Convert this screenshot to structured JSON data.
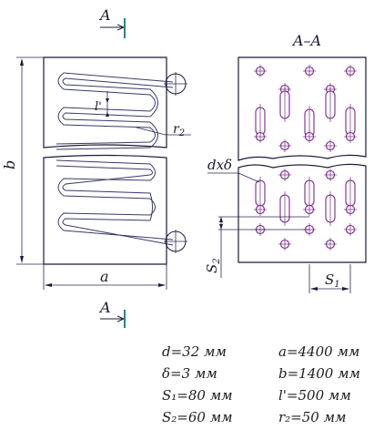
{
  "labels": {
    "section_top": "A",
    "section_bottom": "A",
    "section_view": "A–A",
    "dim_b": "b",
    "dim_a": "a",
    "dim_l": "l'",
    "dim_r2": "r",
    "dim_r2_sub": "2",
    "dim_dxdelta": "dxδ",
    "dim_s1": "S",
    "dim_s1_sub": "1",
    "dim_s2": "S",
    "dim_s2_sub": "2"
  },
  "specs": {
    "left": [
      "d=32 мм",
      "δ=3 мм",
      "S₁=80 мм",
      "S₂=60 мм"
    ],
    "right": [
      "a=4400 мм",
      "b=1400 мм",
      "l'=500 мм",
      "r₂=50 мм"
    ]
  }
}
